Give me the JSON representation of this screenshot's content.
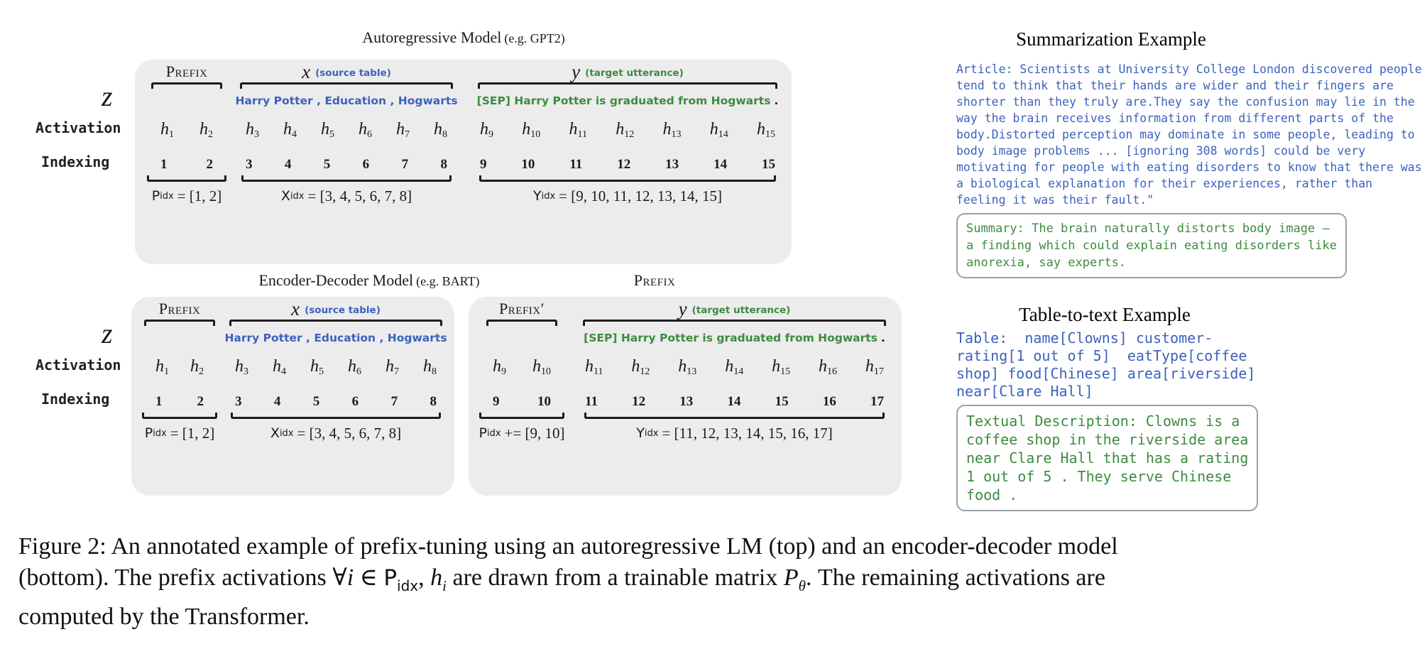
{
  "figure": {
    "h": "h",
    "top": {
      "title": "Autoregressive Model",
      "title_note": "(e.g. GPT2)",
      "z": "z",
      "activation": "Activation",
      "indexing": "Indexing",
      "prefix": {
        "label": "Prefix",
        "indices": [
          "1",
          "2"
        ],
        "eq": {
          "sym": "P",
          "sub": "idx",
          "rhs": "= [1, 2]"
        }
      },
      "x": {
        "label": "x",
        "note": "(source table)",
        "tokens": "Harry Potter , Education , Hogwarts",
        "indices": [
          "3",
          "4",
          "5",
          "6",
          "7",
          "8"
        ],
        "eq": {
          "sym": "X",
          "sub": "idx",
          "rhs": "= [3, 4, 5, 6, 7, 8]"
        }
      },
      "y": {
        "label": "y",
        "note": "(target utterance)",
        "tokens": "[SEP] Harry Potter is graduated from Hogwarts",
        "tokens_suffix": ".",
        "indices": [
          "9",
          "10",
          "11",
          "12",
          "13",
          "14",
          "15"
        ],
        "eq": {
          "sym": "Y",
          "sub": "idx",
          "rhs": "= [9, 10, 11, 12, 13, 14, 15]"
        }
      }
    },
    "bottom": {
      "title": "Encoder-Decoder Model",
      "title_note": "(e.g. BART)",
      "prefix_title": "Prefix",
      "z": "z",
      "activation": "Activation",
      "indexing": "Indexing",
      "prefix": {
        "label": "Prefix",
        "indices": [
          "1",
          "2"
        ],
        "eq": {
          "sym": "P",
          "sub": "idx",
          "rhs": "= [1, 2]"
        }
      },
      "x": {
        "label": "x",
        "note": "(source table)",
        "tokens": "Harry Potter , Education , Hogwarts",
        "indices": [
          "3",
          "4",
          "5",
          "6",
          "7",
          "8"
        ],
        "eq": {
          "sym": "X",
          "sub": "idx",
          "rhs": "= [3, 4, 5, 6, 7, 8]"
        }
      },
      "prefix2": {
        "label": "Prefix′",
        "indices": [
          "9",
          "10"
        ],
        "eq": {
          "sym": "P",
          "sub": "idx",
          "rhs": "+= [9, 10]"
        }
      },
      "y": {
        "label": "y",
        "note": "(target utterance)",
        "tokens": "[SEP] Harry Potter is graduated from Hogwarts",
        "tokens_suffix": ".",
        "indices": [
          "11",
          "12",
          "13",
          "14",
          "15",
          "16",
          "17"
        ],
        "eq": {
          "sym": "Y",
          "sub": "idx",
          "rhs": "= [11, 12, 13, 14, 15, 16, 17]"
        }
      }
    }
  },
  "examples": {
    "summarization": {
      "title": "Summarization Example",
      "article": "Article: Scientists at University College London discovered people\ntend to think that their hands are wider and their fingers are\nshorter than they truly are.They say the confusion may lie in the\nway the brain receives information from different parts of the\nbody.Distorted perception may dominate in some people, leading to\nbody image problems ... [ignoring 308 words] could be very\nmotivating for people with eating disorders to know that there was\na biological explanation for their experiences, rather than\nfeeling it was their fault.\"",
      "summary": "Summary: The brain naturally distorts body image —\na finding which could explain eating disorders like\nanorexia, say experts."
    },
    "table_to_text": {
      "title": "Table-to-text Example",
      "table": "Table:  name[Clowns] customer-\nrating[1 out of 5]  eatType[coffee\nshop] food[Chinese] area[riverside]\nnear[Clare Hall]",
      "description": "Textual Description: Clowns is a\ncoffee shop in the riverside area\nnear Clare Hall that has a rating\n1 out of 5 . They serve Chinese\nfood ."
    }
  },
  "caption": {
    "l1": "Figure 2:  An annotated example of prefix-tuning using an autoregressive LM (top) and an encoder-decoder model",
    "l2a": "(bottom). The prefix activations ∀",
    "i1": "i",
    "t2": " ∈ ",
    "P1": "P",
    "sub1": "idx",
    "t3": ", ",
    "h": "h",
    "sub2": "i",
    "t4": " are drawn from a trainable matrix ",
    "P2": "P",
    "sub3": "θ",
    "l2b": ". The remaining activations are",
    "l3": "computed by the Transformer."
  },
  "colors": {
    "blue": "#3c62be",
    "green": "#3d8b40",
    "panel": "#ececec",
    "example_box_border": "#9aa0a6"
  }
}
